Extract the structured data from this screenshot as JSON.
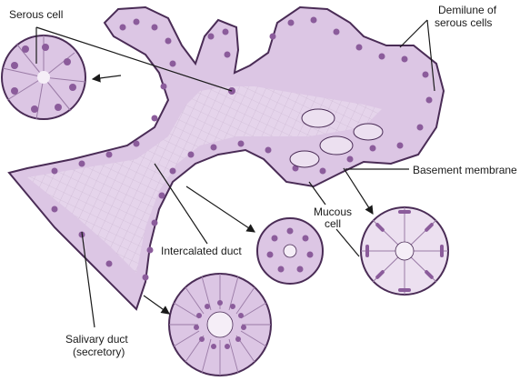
{
  "labels": {
    "serous_cell": "Serous cell",
    "demilune_line1": "Demilune of",
    "demilune_line2": "serous cells",
    "basement_membrane": "Basement membrane",
    "mucous_line1": "Mucous",
    "mucous_line2": "cell",
    "intercalated_duct": "Intercalated duct",
    "salivary_line1": "Salivary duct",
    "salivary_line2": "(secretory)"
  },
  "colors": {
    "tissue": "#dcc6e4",
    "tissue_light": "#ece0f0",
    "outline": "#4a2c56",
    "nucleus": "#8b5c9b",
    "lumen": "#f5eef7"
  }
}
